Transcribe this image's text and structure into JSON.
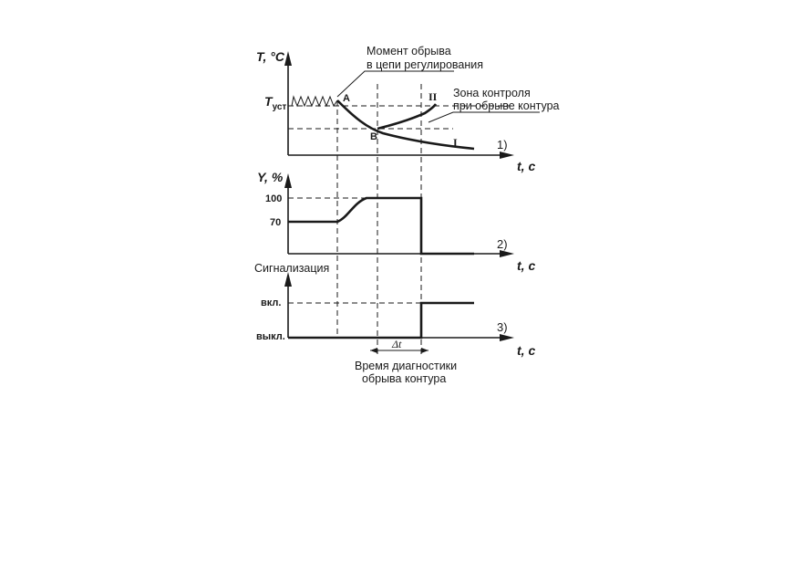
{
  "graph1": {
    "y_axis_label": "T, °C",
    "setpoint_main": "T",
    "setpoint_sub": "уст",
    "break_moment": [
      "Момент обрыва",
      "в цепи регулирования"
    ],
    "point_a": "A",
    "point_b": "B",
    "curve_i": "I",
    "curve_ii": "II",
    "control_zone": [
      "Зона контроля",
      "при обрыве контура"
    ],
    "panel_number": "1)",
    "x_axis_label": "t, c"
  },
  "graph2": {
    "y_axis_label": "Y, %",
    "tick_100": "100",
    "tick_70": "70",
    "panel_number": "2)",
    "x_axis_label": "t, c"
  },
  "graph3": {
    "y_axis_label": "Сигнализация",
    "on_label": "вкл.",
    "off_label": "выкл.",
    "panel_number": "3)",
    "x_axis_label": "t, c",
    "delta_t": "Δt",
    "diagnostic_time": [
      "Время диагностики",
      "обрыва контура"
    ]
  }
}
